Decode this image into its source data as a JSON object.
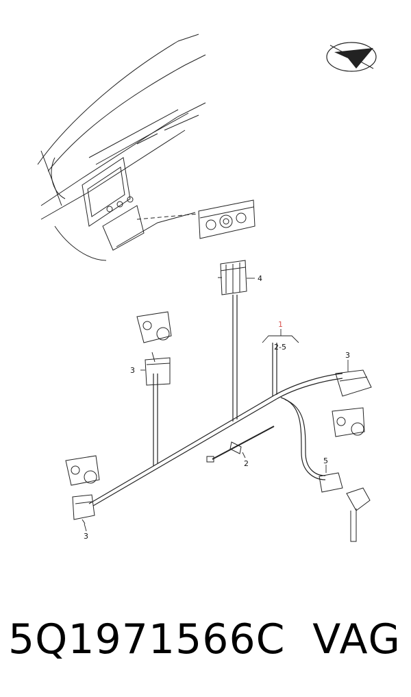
{
  "diagram": {
    "callouts": {
      "c1": "1",
      "c2_5": "2-5",
      "c2": "2",
      "c3_left": "3",
      "c3_left_bottom": "3",
      "c3_right": "3",
      "c4": "4",
      "c5": "5"
    }
  },
  "caption": {
    "part_number": "5Q1971566C",
    "brand": "VAG"
  },
  "colors": {
    "line": "#222222",
    "callout_highlight": "#d9534f"
  }
}
